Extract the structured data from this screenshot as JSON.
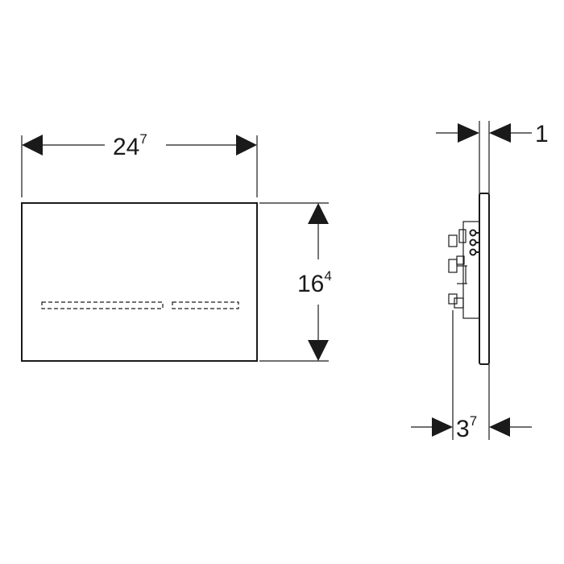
{
  "dimensions": {
    "width": {
      "main": "24",
      "sup": "7"
    },
    "height": {
      "main": "16",
      "sup": "4"
    },
    "plate_thickness": {
      "main": "1"
    },
    "depth": {
      "main": "3",
      "sup": "7"
    }
  }
}
